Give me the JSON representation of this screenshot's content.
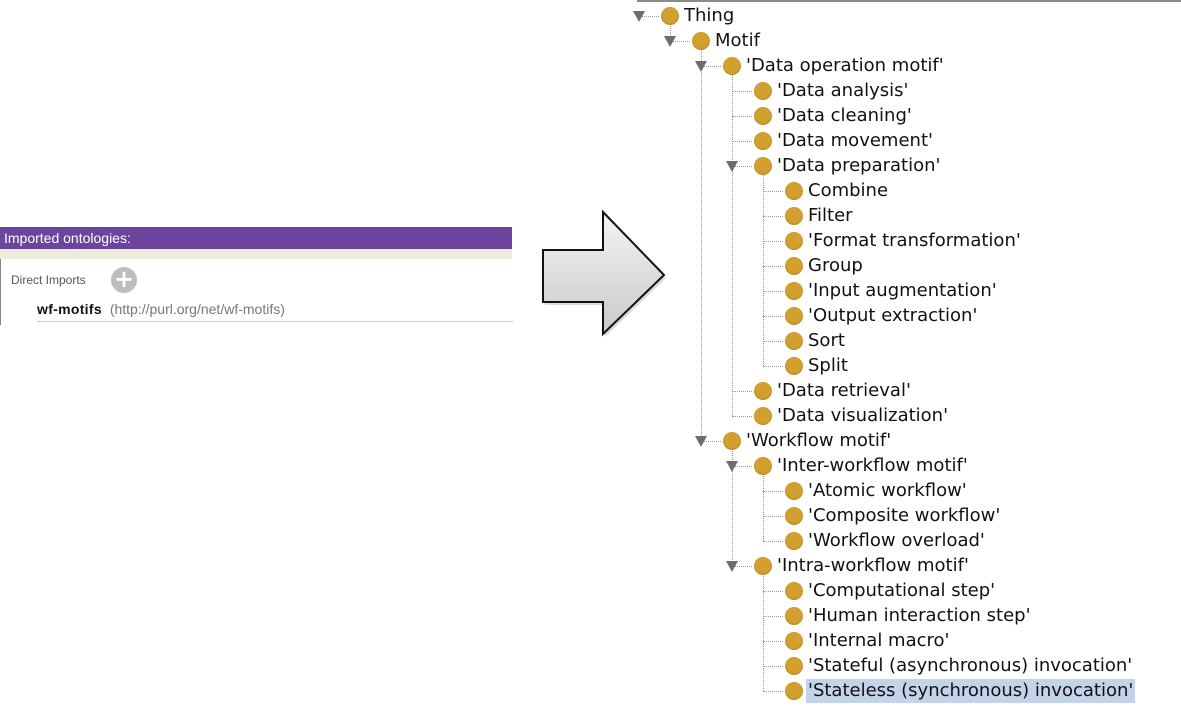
{
  "imports_panel": {
    "header": "Imported ontologies:",
    "direct_imports_label": "Direct Imports",
    "add_icon": "plus-circle-icon",
    "imports": [
      {
        "name": "wf-motifs",
        "uri": "(http://purl.org/net/wf-motifs)"
      }
    ]
  },
  "arrow_icon": "right-arrow-icon",
  "class_tree": {
    "node_icon": "class-bullet-icon",
    "selected": "'Stateless (synchronous) invocation'",
    "nodes": [
      {
        "label": "Thing",
        "depth": 0,
        "expanded": true
      },
      {
        "label": "Motif",
        "depth": 1,
        "expanded": true
      },
      {
        "label": "'Data operation motif'",
        "depth": 2,
        "expanded": true
      },
      {
        "label": "'Data analysis'",
        "depth": 3
      },
      {
        "label": "'Data cleaning'",
        "depth": 3
      },
      {
        "label": "'Data movement'",
        "depth": 3
      },
      {
        "label": "'Data preparation'",
        "depth": 3,
        "expanded": true
      },
      {
        "label": "Combine",
        "depth": 4
      },
      {
        "label": "Filter",
        "depth": 4
      },
      {
        "label": "'Format transformation'",
        "depth": 4
      },
      {
        "label": "Group",
        "depth": 4
      },
      {
        "label": "'Input augmentation'",
        "depth": 4
      },
      {
        "label": "'Output extraction'",
        "depth": 4
      },
      {
        "label": "Sort",
        "depth": 4
      },
      {
        "label": "Split",
        "depth": 4
      },
      {
        "label": "'Data retrieval'",
        "depth": 3
      },
      {
        "label": "'Data visualization'",
        "depth": 3
      },
      {
        "label": "'Workflow motif'",
        "depth": 2,
        "expanded": true
      },
      {
        "label": "'Inter-workflow motif'",
        "depth": 3,
        "expanded": true
      },
      {
        "label": "'Atomic workflow'",
        "depth": 4
      },
      {
        "label": "'Composite workflow'",
        "depth": 4
      },
      {
        "label": "'Workflow overload'",
        "depth": 4
      },
      {
        "label": "'Intra-workflow motif'",
        "depth": 3,
        "expanded": true
      },
      {
        "label": "'Computational step'",
        "depth": 4
      },
      {
        "label": "'Human interaction step'",
        "depth": 4
      },
      {
        "label": "'Internal macro'",
        "depth": 4
      },
      {
        "label": "'Stateful (asynchronous) invocation'",
        "depth": 4
      },
      {
        "label": "'Stateless (synchronous) invocation'",
        "depth": 4,
        "selected": true
      }
    ]
  }
}
